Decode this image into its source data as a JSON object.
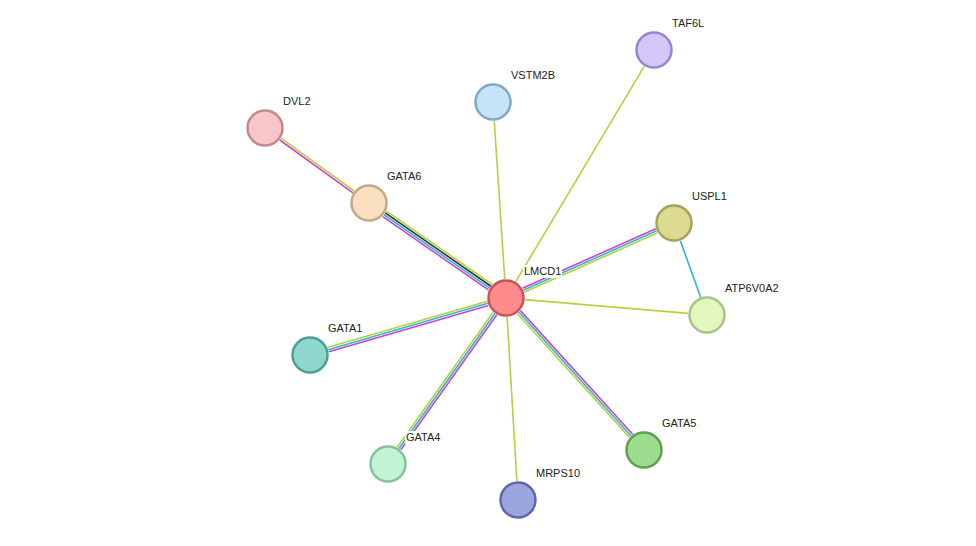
{
  "diagram": {
    "nodes": [
      {
        "text": [
          "TAF6L"
        ]
      },
      {
        "text": [
          "VSTM2B"
        ]
      },
      {
        "text": [
          "DVL2"
        ]
      },
      {
        "text": [
          "GATA6"
        ]
      },
      {
        "text": [
          "USPL1"
        ]
      },
      {
        "text": [
          "LMCD1"
        ]
      },
      {
        "text": [
          "ATP6V0A2"
        ]
      },
      {
        "text": [
          "GATA1"
        ]
      },
      {
        "text": [
          "GATA5"
        ]
      },
      {
        "text": [
          "GATA4"
        ]
      },
      {
        "text": [
          "MRPS10"
        ]
      }
    ],
    "edges": [
      {
        "from": 3,
        "to": 2,
        "arrow": "none"
      },
      {
        "from": 5,
        "to": 3,
        "arrow": "none"
      },
      {
        "from": 5,
        "to": 1,
        "arrow": "none"
      },
      {
        "from": 5,
        "to": 0,
        "arrow": "none"
      },
      {
        "from": 5,
        "to": 4,
        "arrow": "none"
      },
      {
        "from": 4,
        "to": 6,
        "arrow": "none"
      },
      {
        "from": 5,
        "to": 6,
        "arrow": "none"
      },
      {
        "from": 5,
        "to": 7,
        "arrow": "none"
      },
      {
        "from": 5,
        "to": 9,
        "arrow": "none"
      },
      {
        "from": 5,
        "to": 10,
        "arrow": "none"
      },
      {
        "from": 5,
        "to": 8,
        "arrow": "none"
      }
    ]
  }
}
